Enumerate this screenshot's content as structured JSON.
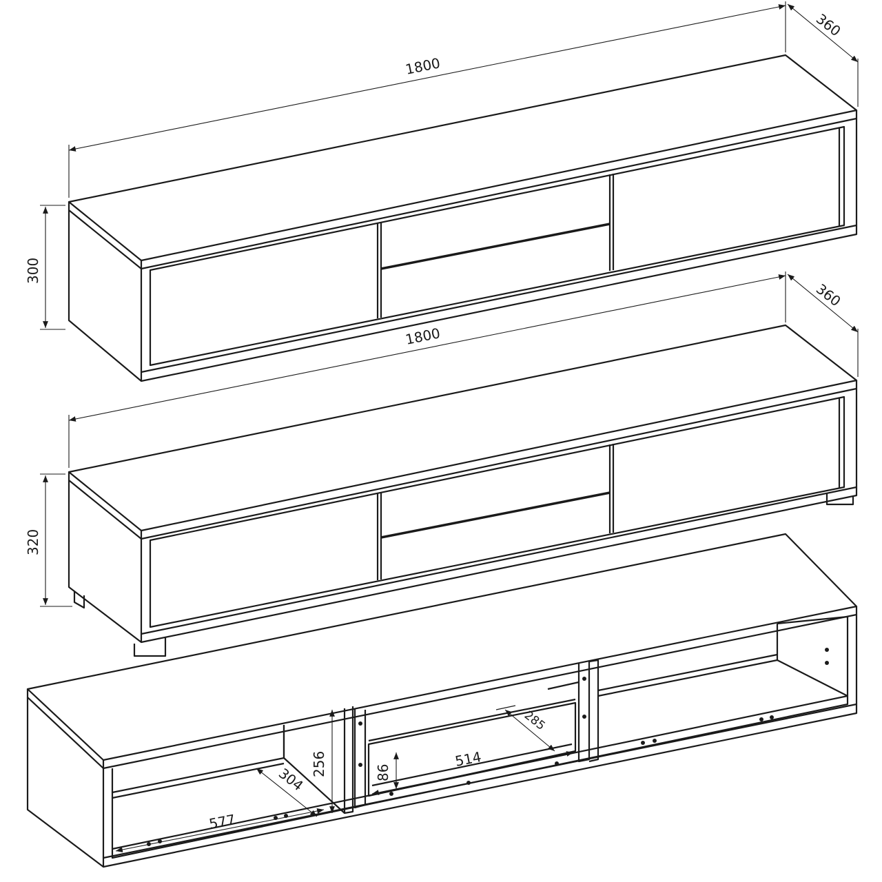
{
  "units": "mm",
  "cabinet_wall": {
    "width": "1800",
    "depth": "360",
    "height": "300"
  },
  "cabinet_legs": {
    "width": "1800",
    "depth": "360",
    "height": "320"
  },
  "interior": {
    "side_compartment_width": "577",
    "side_compartment_depth": "304",
    "side_compartment_height": "256",
    "drawer_width": "514",
    "drawer_height": "86",
    "drawer_depth": "285"
  }
}
